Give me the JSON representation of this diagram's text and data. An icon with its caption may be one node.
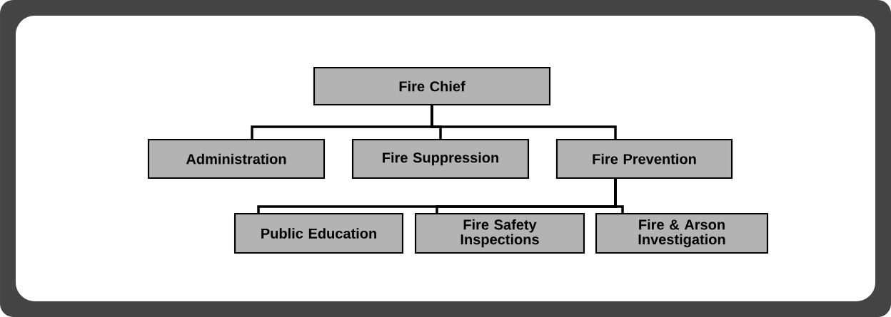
{
  "diagram": {
    "nodes": [
      {
        "text": [
          "Fire Chief"
        ]
      },
      {
        "text": [
          "Administration"
        ]
      },
      {
        "text": [
          "Fire Suppression"
        ]
      },
      {
        "text": [
          "Fire Prevention"
        ]
      },
      {
        "text": [
          "Public Education"
        ]
      },
      {
        "text": [
          "Fire Safety Inspections"
        ]
      },
      {
        "text": [
          "Fire & Arson Investigation"
        ]
      }
    ],
    "edges": [
      {
        "from": 0,
        "to": 1,
        "arrow": "none"
      },
      {
        "from": 0,
        "to": 2,
        "arrow": "none"
      },
      {
        "from": 0,
        "to": 3,
        "arrow": "none"
      },
      {
        "from": 3,
        "to": 4,
        "arrow": "none"
      },
      {
        "from": 3,
        "to": 5,
        "arrow": "none"
      },
      {
        "from": 3,
        "to": 6,
        "arrow": "none"
      }
    ]
  }
}
